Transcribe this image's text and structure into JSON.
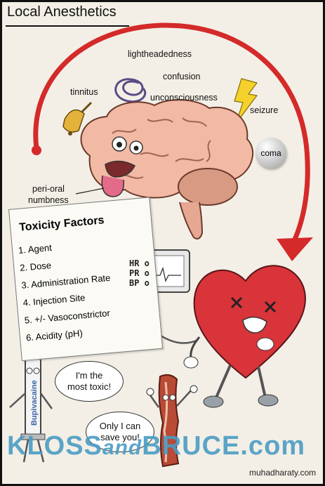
{
  "title": "Local Anesthetics",
  "symptoms": {
    "lightheadedness": "lightheadedness",
    "tinnitus": "tinnitus",
    "confusion": "confusion",
    "unconsciousness": "unconsciousness",
    "seizure": "seizure",
    "coma": "coma",
    "perioral": [
      "peri-oral",
      "numbness"
    ]
  },
  "toxicity": {
    "heading": "Toxicity Factors",
    "factors": [
      "1. Agent",
      "2. Dose",
      "3. Administration Rate",
      "4. Injection Site",
      "5. +/- Vasoconstrictor",
      "6. Acidity (pH)"
    ]
  },
  "monitor": {
    "lines": [
      "HR o",
      "PR o",
      "BP o"
    ]
  },
  "syringe_label": "Bupivacaine",
  "bubbles": {
    "syringe": [
      "I'm the",
      "most toxic!"
    ],
    "bacon": [
      "Only I can",
      "save you!"
    ]
  },
  "watermark": {
    "brand_left": "KLOSS",
    "brand_and": "and",
    "brand_right": "BRUCE",
    "brand_tld": ".com"
  },
  "site": "muhadharaty.com",
  "colors": {
    "arrow": "#d42a2a",
    "brain": "#f2b9a4",
    "heart": "#d8343a",
    "bacon": "#b84a36",
    "brand": "#4a9cc4"
  }
}
